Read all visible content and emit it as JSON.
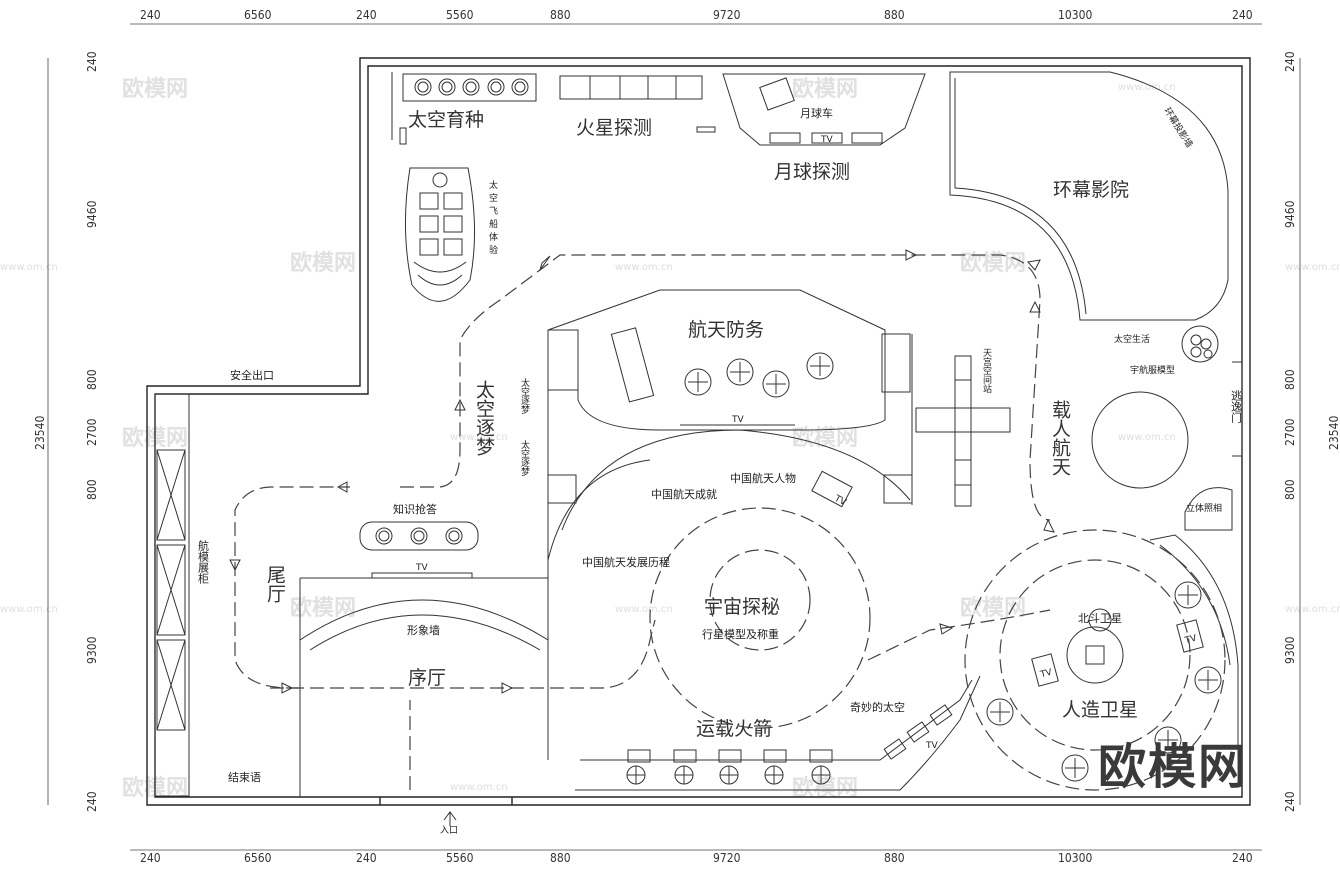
{
  "dimensions": {
    "top": [
      "240",
      "6560",
      "240",
      "5560",
      "880",
      "9720",
      "880",
      "10300",
      "240"
    ],
    "bottom": [
      "240",
      "6560",
      "240",
      "5560",
      "880",
      "9720",
      "880",
      "10300",
      "240"
    ],
    "left": [
      "240",
      "9460",
      "800",
      "2700",
      "800",
      "9300",
      "240"
    ],
    "right": [
      "240",
      "9460",
      "800",
      "2700",
      "800",
      "9300",
      "240"
    ],
    "total_height": "23540"
  },
  "zones": {
    "space_breeding": "太空育种",
    "mars": "火星探测",
    "moon": "月球探测",
    "moon_rover": "月球车",
    "dome_cinema": "环幕影院",
    "ring_projector": "环幕投影墙",
    "defense": "航天防务",
    "dream": "太空逐梦",
    "manned": "载人航天",
    "space_life": "太空生活",
    "suit_model": "宇航服模型",
    "escape_pod": "逃逸门",
    "stereo_photo": "立体照相",
    "station": "天宫空间站",
    "spacecraft": "太空飞船体验",
    "quiz": "知识抢答",
    "tail_hall": "尾厅",
    "cabinet": "航模展柜",
    "image_wall": "形象墙",
    "prelude": "序厅",
    "ending": "结束语",
    "entrance": "入口",
    "exit": "安全出口",
    "universe": "宇宙探秘",
    "planet_model": "行星模型及称重",
    "history": "中国航天发展历程",
    "achievement": "中国航天成就",
    "figures": "中国航天人物",
    "rocket": "运载火箭",
    "wonder": "奇妙的太空",
    "satellite": "人造卫星",
    "beidou": "北斗卫星",
    "dream_a": "太空逐梦",
    "dream_b": "太空逐梦",
    "tv": "TV"
  },
  "watermark": {
    "brand": "欧模网",
    "url": "www.om.cn"
  }
}
